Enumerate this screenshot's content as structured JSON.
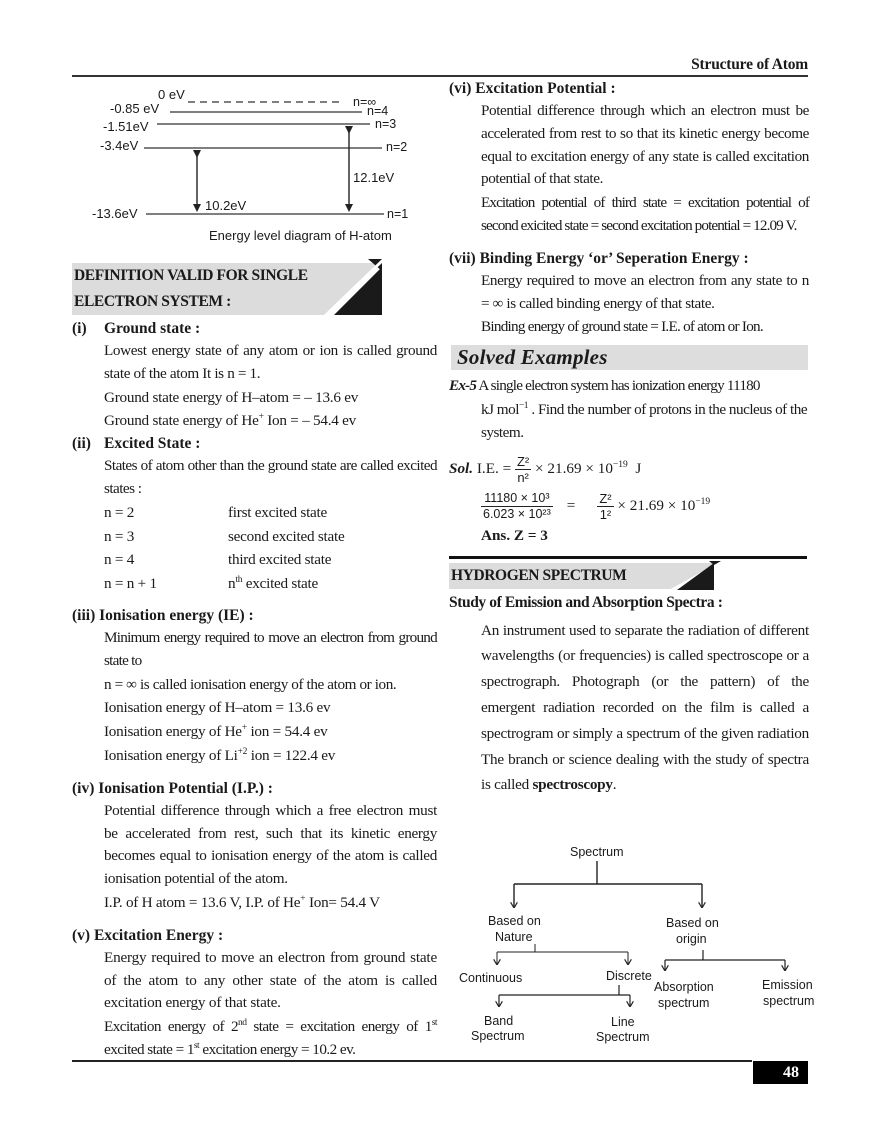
{
  "header": {
    "running_title": "Structure of Atom",
    "page_number": "48"
  },
  "energy_diagram": {
    "caption": "Energy level diagram of H-atom",
    "levels": [
      {
        "energy": "0 eV",
        "n": "n=∞",
        "style": "dashed"
      },
      {
        "energy": "-0.85 eV",
        "n": "n=4",
        "style": "solid"
      },
      {
        "energy": "-1.51eV",
        "n": "n=3",
        "style": "solid"
      },
      {
        "energy": "-3.4eV",
        "n": "n=2",
        "style": "solid"
      },
      {
        "energy": "-13.6eV",
        "n": "n=1",
        "style": "solid"
      }
    ],
    "transitions": [
      {
        "label": "10.2eV",
        "from": "n=1",
        "to": "n=2"
      },
      {
        "label": "12.1eV",
        "from": "n=1",
        "to": "n=3"
      }
    ]
  },
  "left": {
    "section_band": {
      "line1": "DEFINITION VALID FOR SINGLE",
      "line2": "ELECTRON SYSTEM :"
    },
    "ground_state": {
      "numeral": "(i)",
      "title": "Ground state :",
      "text": "Lowest energy state of any atom or ion is called ground state of the atom It is n = 1.",
      "line1": "Ground state energy of H–atom = – 13.6 ev",
      "line2_pre": "Ground state energy of He",
      "line2_sup": "+",
      "line2_post": " Ion = – 54.4 ev"
    },
    "excited_state": {
      "numeral": "(ii)",
      "title": "Excited State :",
      "text": "States of atom other than the ground state are called excited states :",
      "rows": [
        {
          "n": "n = 2",
          "desc": "first excited state"
        },
        {
          "n": "n = 3",
          "desc": "second excited state"
        },
        {
          "n": "n = 4",
          "desc": "third excited state"
        }
      ],
      "last_row_n": "n = n + 1",
      "last_row_base": "n",
      "last_row_sup": "th",
      "last_row_desc": " excited state"
    },
    "ionisation_energy": {
      "numeral": "(iii)",
      "title": "Ionisation energy (IE) :",
      "text1": "Minimum energy required to move an electron from ground state to",
      "text2": "n = ∞ is called ionisation energy of the atom or ion.",
      "line1": "Ionisation energy of H–atom = 13.6 ev",
      "line2_pre": "Ionisation energy of He",
      "line2_sup": "+",
      "line2_post": " ion = 54.4 ev",
      "line3_pre": "Ionisation energy of Li",
      "line3_sup": "+2",
      "line3_post": " ion = 122.4 ev"
    },
    "ionisation_potential": {
      "numeral": "(iv)",
      "title": "Ionisation Potential (I.P.) :",
      "text": "Potential difference through which a free electron must be accelerated from rest, such that its kinetic energy becomes equal to ionisation energy of the atom is called ionisation potential of the atom.",
      "line_pre": "I.P. of H atom = 13.6 V, I.P. of He",
      "line_sup": "+",
      "line_post": " Ion= 54.4 V"
    },
    "excitation_energy": {
      "numeral": "(v)",
      "title": "Excitation Energy :",
      "text": "Energy required to move an electron from ground state of the atom to any other state of the atom is called  excitation energy of that state.",
      "eq_a": "Excitation energy of 2",
      "eq_a_sup": "nd",
      "eq_b": " state = excitation energy of 1",
      "eq_b_sup": "st",
      "eq_c": " excited state = 1",
      "eq_c_sup": "st",
      "eq_d": " excitation energy = 10.2 ev."
    }
  },
  "right": {
    "excitation_potential": {
      "numeral": "(vi)",
      "title": "Excitation Potential :",
      "text": "Potential difference through which an electron must be accelerated from rest to so that its kinetic energy become equal to excitation energy of any state is called excitation potential of that state.",
      "text2": "Excitation potential of third state = excitation potential of second exicited state = second excitation potential = 12.09 V."
    },
    "binding_energy": {
      "numeral": "(vii)",
      "title": "Binding Energy ‘or’ Seperation Energy :",
      "text": "Energy required to move an electron from any state to n = ∞ is called binding energy of that state.",
      "text2": "Binding energy of ground state = I.E. of atom or Ion."
    },
    "solved_examples": {
      "band_title": "Solved Examples",
      "ex_label": "Ex-5",
      "ex_text_1": " A single electron system has ionization energy 11180",
      "ex_text_2_pre": "kJ mol",
      "ex_text_2_sup": "−1",
      "ex_text_2_post": " . Find the number of protons in the nucleus of the system.",
      "sol_label": "Sol.",
      "sol_ie": " I.E. = ",
      "frac1_num": "Z²",
      "frac1_den": "n²",
      "sol_mult": " × 21.69 × 10",
      "sol_exp": "−19",
      "sol_unit": "  J",
      "frac2_num": "11180 × 10³",
      "frac2_den": "6.023 × 10²³",
      "eq_sign": "=",
      "frac3_num": "Z²",
      "frac3_den": "1²",
      "sol2_mult": " × 21.69 × 10",
      "sol2_exp": "−19",
      "answer": "Ans. Z = 3"
    },
    "hydrogen_spectrum": {
      "band_title": "HYDROGEN SPECTRUM",
      "subtitle": "Study of Emission and Absorption Spectra :",
      "text": "An instrument used to separate the radiation of different wavelengths (or frequencies) is called spectroscope or a spectrograph. Photograph (or the pattern) of the emergent radiation recorded on the film is called a spectrogram or simply a spectrum of the given radiation The branch or science dealing with the study of spectra is called ",
      "text_bold": "spectroscopy",
      "text_end": "."
    },
    "spectrum_tree": {
      "root": "Spectrum",
      "nature_1": "Based on",
      "nature_2": "Nature",
      "origin_1": "Based on",
      "origin_2": "origin",
      "continuous": "Continuous",
      "discrete": "Discrete",
      "absorption_1": "Absorption",
      "absorption_2": "spectrum",
      "emission_1": "Emission",
      "emission_2": "spectrum",
      "band_1": "Band",
      "band_2": "Spectrum",
      "line_1": "Line",
      "line_2": "Spectrum"
    }
  }
}
